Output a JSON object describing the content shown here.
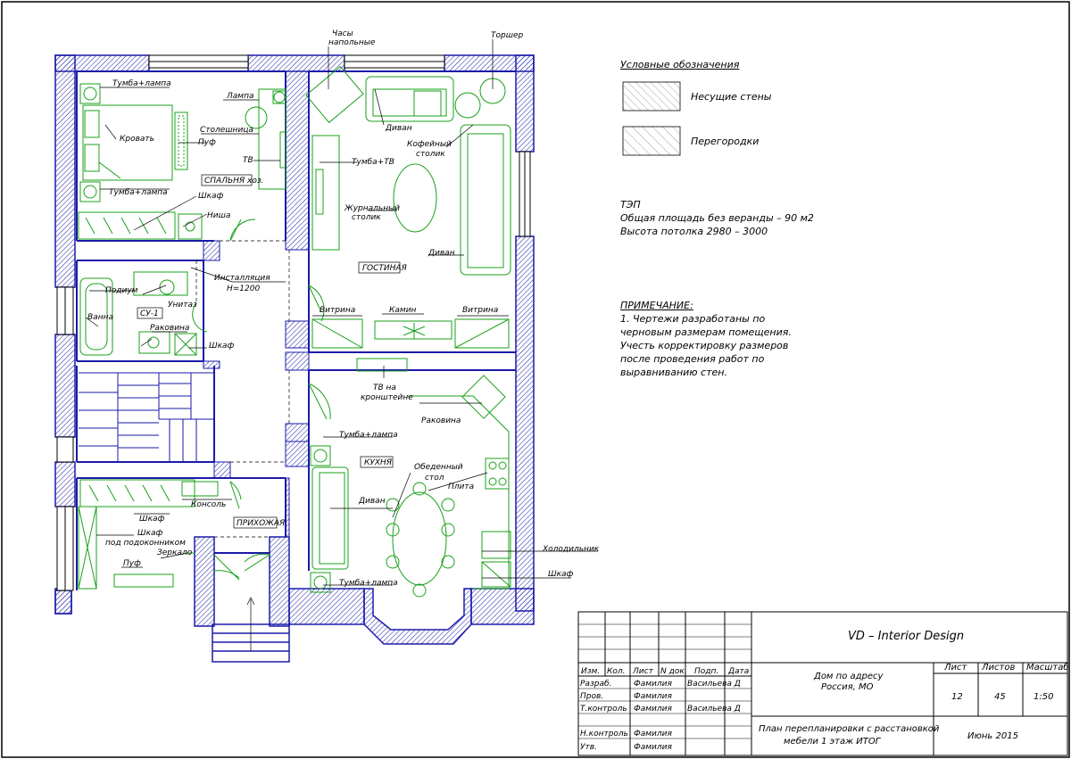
{
  "legend": {
    "title": "Условные обозначения",
    "items": [
      {
        "label": "Несущие стены"
      },
      {
        "label": "Перегородки"
      }
    ]
  },
  "tep": {
    "title": "ТЭП",
    "area": "Общая площадь без веранды – 90 м2",
    "height": "Высота потолка 2980 – 3000"
  },
  "note": {
    "title": "ПРИМЕЧАНИЕ:",
    "lines": [
      "1. Чертежи разработаны по",
      "черновым размерам помещения.",
      "Учесть корректировку размеров",
      "после проведения работ по",
      "выравниванию стен."
    ]
  },
  "rooms": {
    "bedroom": "СПАЛЬНЯ хоз.",
    "living": "ГОСТИНАЯ",
    "bath": "СУ-1",
    "kitchen": "КУХНЯ",
    "hall": "ПРИХОЖАЯ"
  },
  "labels": {
    "clock1": "Часы",
    "clock2": "напольные",
    "torsher": "Торшер",
    "tumba_lamp_top": "Тумба+лампа",
    "lampa": "Лампа",
    "krovat": "Кровать",
    "stoleshnica": "Столешница",
    "puf_bed": "Пуф",
    "tv_bed": "ТВ",
    "tumba_lamp_bed2": "Тумба+лампа",
    "shkaf_bed": "Шкаф",
    "nisha": "Ниша",
    "divan_top": "Диван",
    "kofe1": "Кофейный",
    "kofe2": "столик",
    "tumba_tv": "Тумба+ТВ",
    "zhurn1": "Журнальный",
    "zhurn2": "столик",
    "divan_right": "Диван",
    "install1": "Инсталляция",
    "install2": "H=1200",
    "podium": "Подиум",
    "unitaz": "Унитаз",
    "vanna": "Ванна",
    "rakovina_bath": "Раковина",
    "shkaf_bath": "Шкаф",
    "vitrina_left": "Витрина",
    "kamin": "Камин",
    "vitrina_right": "Витрина",
    "tv_kr1": "ТВ на",
    "tv_kr2": "кронштейне",
    "rakovina_kitchen": "Раковина",
    "tumba_lamp_k1": "Тумба+лампа",
    "obed1": "Обеденный",
    "obed2": "стол",
    "plita": "Плита",
    "divan_kitchen": "Диван",
    "holod": "Холодильник",
    "shkaf_kitchen": "Шкаф",
    "tumba_lamp_k2": "Тумба+лампа",
    "shkaf_hall": "Шкаф",
    "konsol": "Консоль",
    "shkaf_hall2": "Шкаф",
    "pod_podok": "под подоконником",
    "zerkalo": "Зеркало",
    "puf_hall": "Пуф"
  },
  "titleblock": {
    "company": "VD – Interior Design",
    "address1": "Дом по адресу",
    "address2": "Россия, МО",
    "col_list": "Лист",
    "col_listov": "Листов",
    "col_masshtab": "Масштаб",
    "list": "12",
    "listov": "45",
    "masshtab": "1:50",
    "plan1": "План перепланировки с расстановкой",
    "plan2": "мебели 1 этаж  ИТОГ",
    "date": "Июнь 2015",
    "headers": [
      "Изм.",
      "Кол.",
      "Лист",
      "N док.",
      "Подп.",
      "Дата"
    ],
    "rows": [
      {
        "role": "Разраб.",
        "name": "Фамилия",
        "sign": "Васильева Д"
      },
      {
        "role": "Пров.",
        "name": "Фамилия",
        "sign": ""
      },
      {
        "role": "Т.контроль",
        "name": "Фамилия",
        "sign": "Васильева Д"
      },
      {
        "role": "Н.контроль",
        "name": "Фамилия",
        "sign": ""
      },
      {
        "role": "Утв.",
        "name": "Фамилия",
        "sign": ""
      }
    ]
  },
  "colors": {
    "wall": "#1a1aa8",
    "furniture": "#18a018",
    "line": "#000000"
  }
}
